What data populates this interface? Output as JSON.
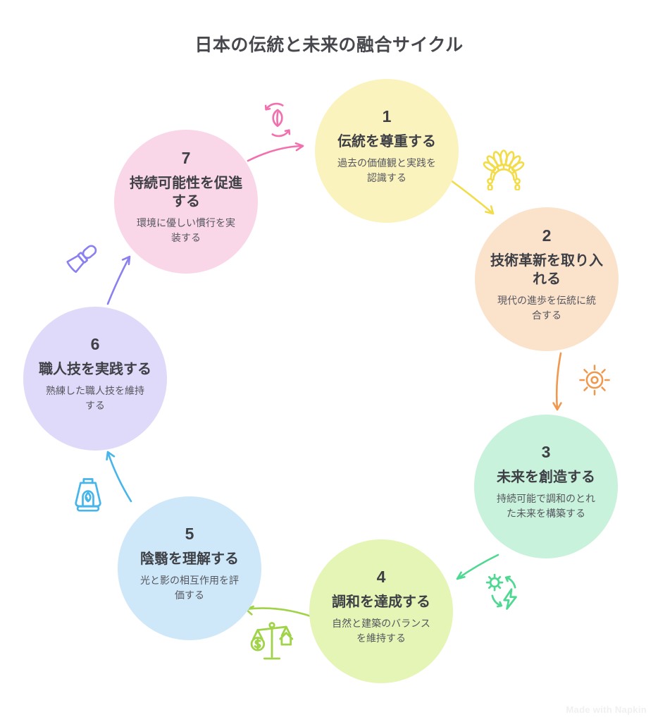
{
  "title": "日本の伝統と未来の融合サイクル",
  "watermark": "Made with Napkin",
  "text_colors": {
    "number": "#3e4046",
    "title": "#3e4046",
    "description": "#55565e",
    "heading": "#47484d"
  },
  "steps": [
    {
      "number": "1",
      "title": "伝統を尊重する",
      "description": "過去の価値観と実践を認識する",
      "circle_color": "#FAF3BE"
    },
    {
      "number": "2",
      "title": "技術革新を取り入れる",
      "description": "現代の進歩を伝統に統合する",
      "circle_color": "#FBE2CB"
    },
    {
      "number": "3",
      "title": "未来を創造する",
      "description": "持続可能で調和のとれた未来を構築する",
      "circle_color": "#C8F2DB"
    },
    {
      "number": "4",
      "title": "調和を達成する",
      "description": "自然と建築のバランスを維持する",
      "circle_color": "#E4F5B5"
    },
    {
      "number": "5",
      "title": "陰翳を理解する",
      "description": "光と影の相互作用を評価する",
      "circle_color": "#CEE8F9"
    },
    {
      "number": "6",
      "title": "職人技を実践する",
      "description": "熟練した職人技を維持する",
      "circle_color": "#DFDAF9"
    },
    {
      "number": "7",
      "title": "持続可能性を促進する",
      "description": "環境に優しい慣行を実装する",
      "circle_color": "#FAD6E9"
    }
  ],
  "connectors": [
    {
      "from": "1",
      "to": "2",
      "icon": "headdress-icon",
      "arrow_color": "#F2DC4A"
    },
    {
      "from": "2",
      "to": "3",
      "icon": "sun-icon",
      "arrow_color": "#F0984E"
    },
    {
      "from": "3",
      "to": "4",
      "icon": "solar-energy-icon",
      "arrow_color": "#4ED892"
    },
    {
      "from": "4",
      "to": "5",
      "icon": "balance-scale-icon",
      "arrow_color": "#A0D348"
    },
    {
      "from": "5",
      "to": "6",
      "icon": "lantern-icon",
      "arrow_color": "#47B5EA"
    },
    {
      "from": "6",
      "to": "7",
      "icon": "telescope-icon",
      "arrow_color": "#8B80F0"
    },
    {
      "from": "7",
      "to": "1",
      "icon": "eco-cycle-icon",
      "arrow_color": "#F170AD"
    }
  ]
}
